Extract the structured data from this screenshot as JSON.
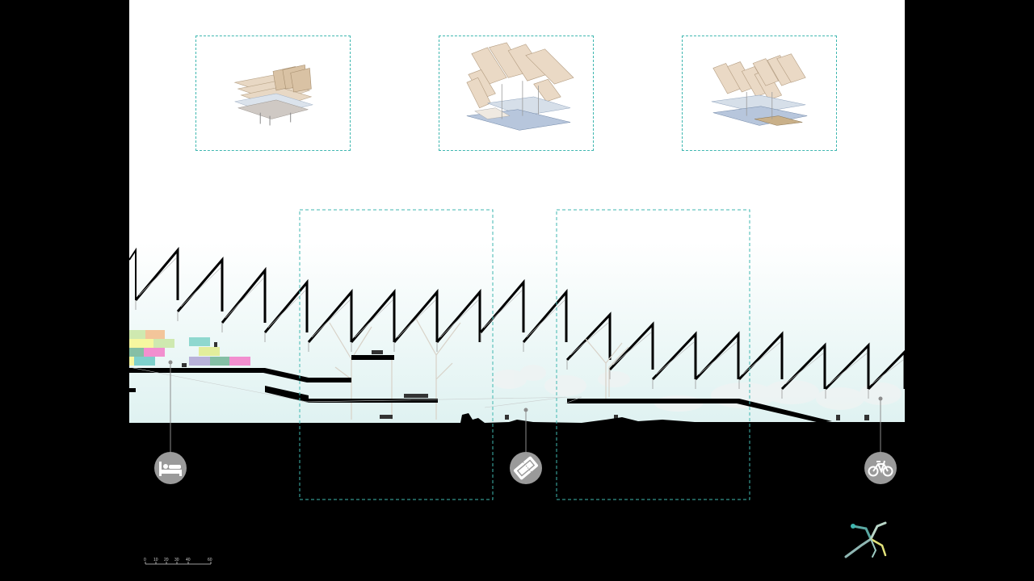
{
  "slide": {
    "background": "#000000",
    "sky_top": "#ffffff",
    "sky_bottom": "#dff2f1",
    "accent_dash": "#3fb7b0"
  },
  "axonometric_views": [
    {
      "id": "axo-1",
      "icon": "stacked-canopy-axonometric"
    },
    {
      "id": "axo-2",
      "icon": "exploded-canopy-axonometric"
    },
    {
      "id": "axo-3",
      "icon": "exploded-canopy-axonometric"
    }
  ],
  "section": {
    "callouts": [
      {
        "id": "bed",
        "icon": "bed-icon"
      },
      {
        "id": "ticket",
        "icon": "ticket-icon"
      },
      {
        "id": "bicycle",
        "icon": "bicycle-icon"
      }
    ],
    "program_colors": [
      "#f6f7a0",
      "#f3c59a",
      "#cfe9b0",
      "#8fd8cf",
      "#f28fcf",
      "#b8b2d9",
      "#85bfa5",
      "#e3ee9c",
      "#7ed0cc"
    ]
  },
  "scale_bar": {
    "ticks": [
      "0",
      "10",
      "20",
      "30",
      "40",
      "60"
    ]
  },
  "logo": {
    "icon": "branching-tree-logo"
  }
}
